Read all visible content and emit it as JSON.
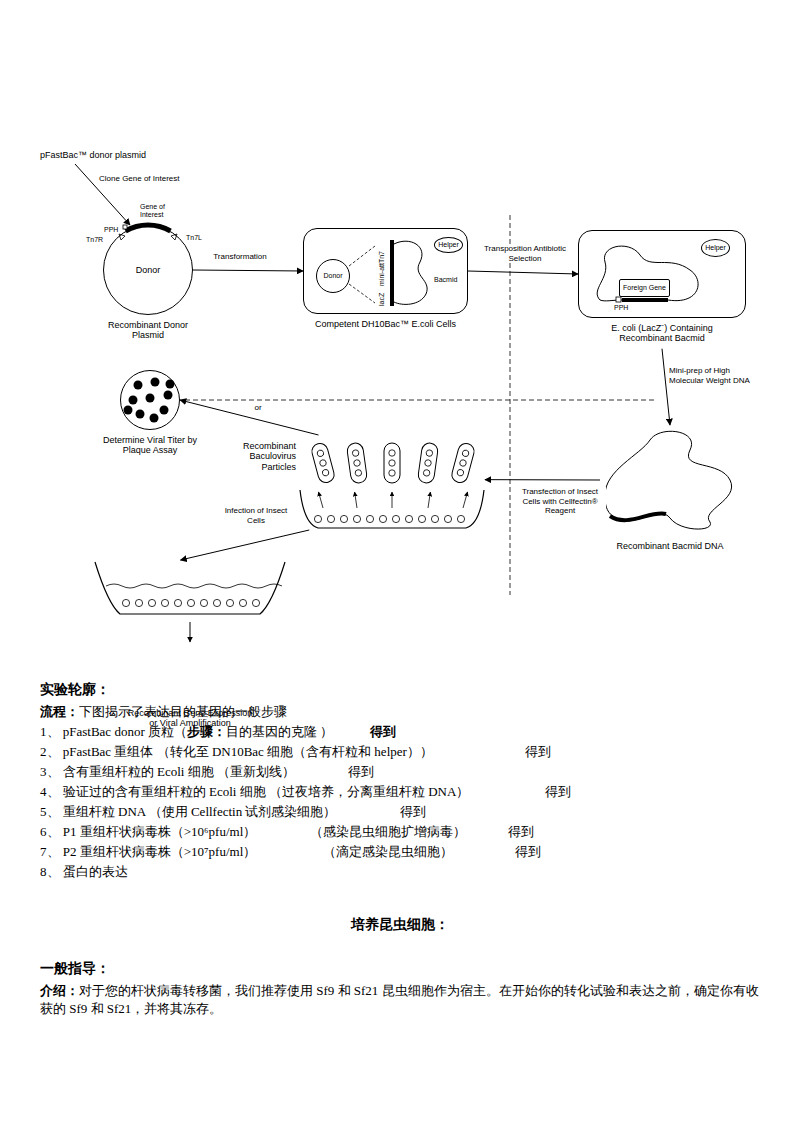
{
  "diagram": {
    "nodes": [
      {
        "text": [
          "pFastBac™ donor plasmid"
        ]
      },
      {
        "text": [
          "Donor",
          "Recombinant Donor Plasmid"
        ]
      },
      {
        "text": [
          "Competent DH10Bac™ E.coli Cells"
        ]
      },
      {
        "text": [
          "Donor"
        ],
        "in": 2
      },
      {
        "text": [
          "Helper"
        ],
        "in": 2
      },
      {
        "text": [
          "E. coli (LacZ⁻) Containing Recombinant Bacmid"
        ]
      },
      {
        "text": [
          "Helper"
        ],
        "in": 5
      },
      {
        "text": [
          "Foreign Gene"
        ],
        "in": 5
      },
      {
        "text": [
          "Recombinant Bacmid DNA"
        ]
      },
      {
        "text": [
          "Recombinant Baculovirus Particles"
        ]
      },
      {
        "text": [
          "Determine Viral Titer by Plaque Assay"
        ]
      },
      {
        "text": [
          "Recombinant Gene Expression or Viral Amplification"
        ]
      }
    ],
    "edges": [
      {
        "from": 0,
        "to": 1,
        "label": "Clone Gene of Interest",
        "arrow": "to"
      },
      {
        "from": 1,
        "to": 2,
        "label": "Transformation",
        "arrow": "to"
      },
      {
        "from": 2,
        "to": 5,
        "label": "Transposition Antibiotic Selection",
        "arrow": "to"
      },
      {
        "from": 5,
        "to": 8,
        "label": "Mini-prep of High Molecular Weight DNA",
        "arrow": "to"
      },
      {
        "from": 8,
        "to": 9,
        "label": "Transfection of Insect Cells with Cellfectin® Reagent",
        "arrow": "to"
      },
      {
        "from": 9,
        "to": 10,
        "label": "or",
        "arrow": "to"
      },
      {
        "from": 9,
        "to": 11,
        "label": "Infection of Insect Cells",
        "arrow": "to"
      }
    ],
    "labels": [
      "PPH",
      "Gene of Interest",
      "Tn7R",
      "Tn7L",
      "mini-attTn7",
      "lacZ",
      "Bacmid",
      "PPH",
      "实验轮廓：",
      "流程：",
      "下图揭示了表达目的基因的一般步骤",
      "1、 pFastBac donor 质粒（",
      "步骤：",
      "目的基因的克隆 ）",
      "得到",
      "2、 pFastBac 重组体 （转化至 DN10Bac 细胞（含有杆粒和 helper））",
      "得到",
      "3、 含有重组杆粒的 Ecoli 细胞 （重新划线）",
      "得到",
      "4、 验证过的含有重组杆粒的 Ecoli 细胞 （过夜培养，分离重组杆粒 DNA）",
      "得到",
      "5、 重组杆粒 DNA （使用 Cellfectin 试剂感染细胞）",
      "得到",
      "6、 P1 重组杆状病毒株（>10⁶pfu/ml）",
      "（感染昆虫细胞扩增病毒）",
      "得到",
      "7、 P2 重组杆状病毒株（>10⁷pfu/ml）",
      "（滴定感染昆虫细胞）",
      "得到",
      "8、 蛋白的表达",
      "培养昆虫细胞：",
      "一般指导：",
      "介绍：",
      "对于您的杆状病毒转移菌，我们推荐使用 Sf9 和 Sf21 昆虫细胞作为宿主。在开始你的转化试验和表达之前，确定你有收获的 Sf9 和 Sf21，并将其冻存。"
    ]
  }
}
